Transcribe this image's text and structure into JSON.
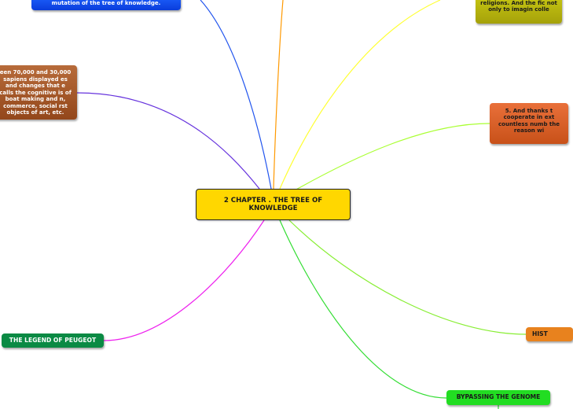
{
  "central": {
    "title": "2 CHAPTER . THE TREE OF KNOWLEDGE"
  },
  "nodes": {
    "blue": "mutation of the tree of knowledge.",
    "brown": "een 70,000 and 30,000 sapiens displayed es and changes that e calls the cognitive is of boat making and n, commerce, social rst objects of art, etc.",
    "olive": "religions. And the fic not only to imagin colle",
    "orange": "5. And thanks t cooperate in ext countless numb the reason wi",
    "peugeot": "THE LEGEND OF PEUGEOT",
    "hist": "HIST",
    "genome": "BYPASSING THE GENOME"
  },
  "colors": {
    "central_fill": "#ffd700",
    "blue_branch": "#2255ee",
    "orange_branch": "#ff9900",
    "yellow_branch": "#ffff33",
    "purple_branch": "#6633dd",
    "lime_branch": "#aaff33",
    "magenta_branch": "#ee22ee",
    "green_branch": "#66ee22",
    "genome_branch": "#33dd33"
  }
}
